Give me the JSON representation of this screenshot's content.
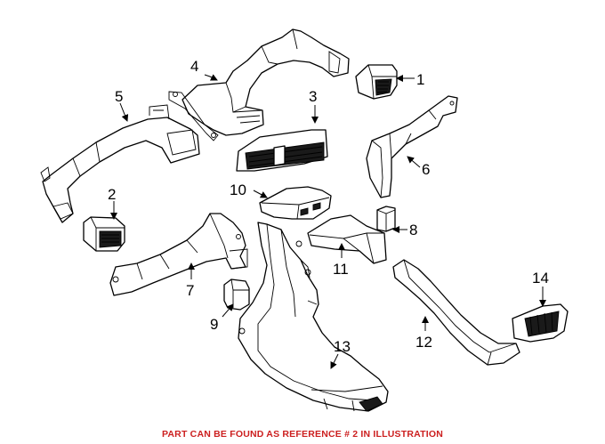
{
  "callouts": {
    "c1": "1",
    "c2": "2",
    "c3": "3",
    "c4": "4",
    "c5": "5",
    "c6": "6",
    "c7": "7",
    "c8": "8",
    "c9": "9",
    "c10": "10",
    "c11": "11",
    "c12": "12",
    "c13": "13",
    "c14": "14"
  },
  "caption": {
    "text": "PART CAN BE FOUND AS REFERENCE # 2 IN ILLUSTRATION",
    "color": "#cc1f1f"
  },
  "line_color": "#000000"
}
